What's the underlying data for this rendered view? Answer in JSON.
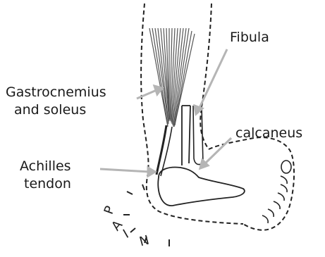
{
  "labels": {
    "fibula": "Fibula",
    "gastrocnemius_line1": "Gastrocnemius",
    "gastrocnemius_line2": "and soleus",
    "calcaneus": "calcaneus",
    "achilles_line1": "Achilles",
    "achilles_line2": "tendon"
  },
  "pain_letters": [
    "P",
    "A",
    "I",
    "N"
  ],
  "colors": {
    "outline": "#222222",
    "arrow": "#b5b5b5",
    "muscle": "#555555",
    "background": "#ffffff"
  }
}
